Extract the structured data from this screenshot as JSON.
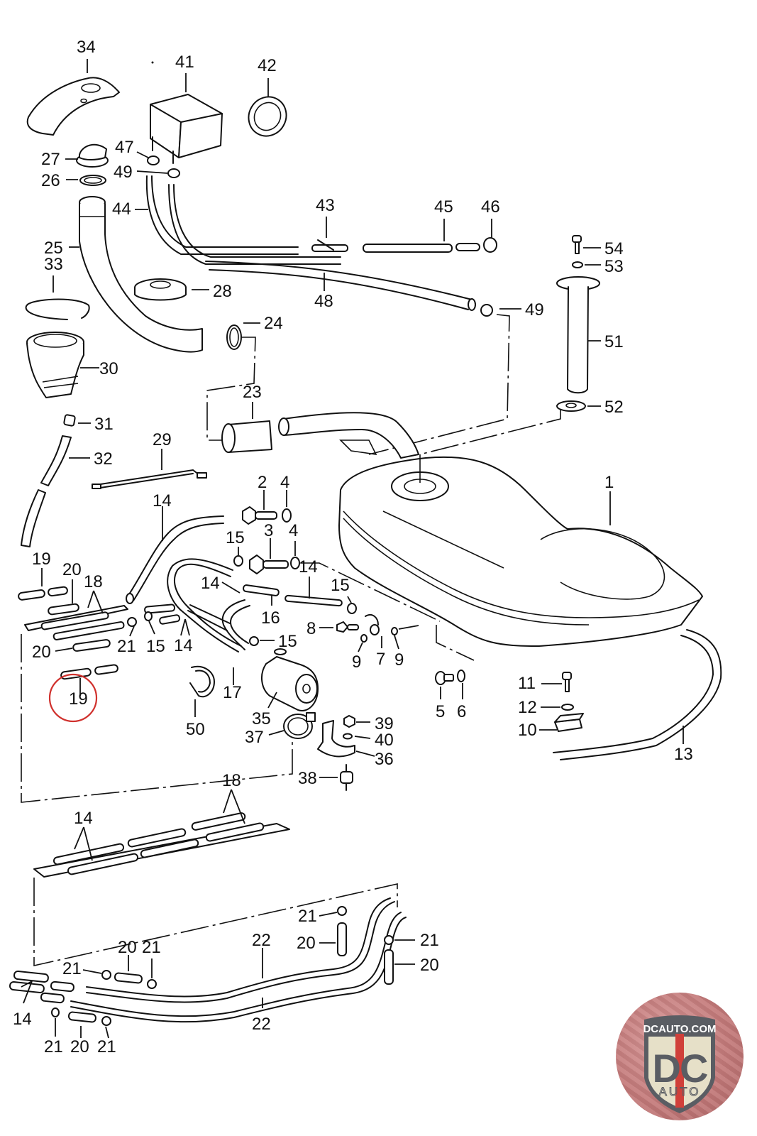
{
  "diagram": {
    "title": "Fuel tank and fuel lines – exploded parts diagram",
    "highlighted_callout": "19",
    "highlight_color": "#d0312d",
    "callouts": {
      "c1": "1",
      "c2": "2",
      "c3": "3",
      "c4a": "4",
      "c4b": "4",
      "c5": "5",
      "c6": "6",
      "c7": "7",
      "c8": "8",
      "c9a": "9",
      "c9b": "9",
      "c10": "10",
      "c11": "11",
      "c12": "12",
      "c13": "13",
      "c14a": "14",
      "c14b": "14",
      "c14c": "14",
      "c14d": "14",
      "c14e": "14",
      "c14f": "14",
      "c15a": "15",
      "c15b": "15",
      "c15c": "15",
      "c15d": "15",
      "c16": "16",
      "c17": "17",
      "c18a": "18",
      "c18b": "18",
      "c19a": "19",
      "c19b": "19",
      "c20a": "20",
      "c20b": "20",
      "c20c": "20",
      "c20d": "20",
      "c20e": "20",
      "c20f": "20",
      "c21a": "21",
      "c21b": "21",
      "c21c": "21",
      "c21d": "21",
      "c21e": "21",
      "c21f": "21",
      "c21g": "21",
      "c22a": "22",
      "c22b": "22",
      "c23": "23",
      "c24": "24",
      "c25": "25",
      "c26": "26",
      "c27": "27",
      "c28": "28",
      "c29": "29",
      "c30": "30",
      "c31": "31",
      "c32": "32",
      "c33": "33",
      "c34": "34",
      "c35": "35",
      "c36": "36",
      "c37": "37",
      "c38": "38",
      "c39": "39",
      "c40": "40",
      "c41": "41",
      "c42": "42",
      "c43": "43",
      "c44": "44",
      "c45": "45",
      "c46": "46",
      "c47": "47",
      "c48": "48",
      "c49a": "49",
      "c49b": "49",
      "c50": "50",
      "c51": "51",
      "c52": "52",
      "c53": "53",
      "c54": "54"
    }
  },
  "logo": {
    "url_text": "DCAUTO.COM",
    "monogram": "DC",
    "subtitle": "AUTO",
    "brand_red": "#d0403a",
    "brand_gray": "#5a5d63",
    "shield_fill": "#e6e0c8"
  }
}
